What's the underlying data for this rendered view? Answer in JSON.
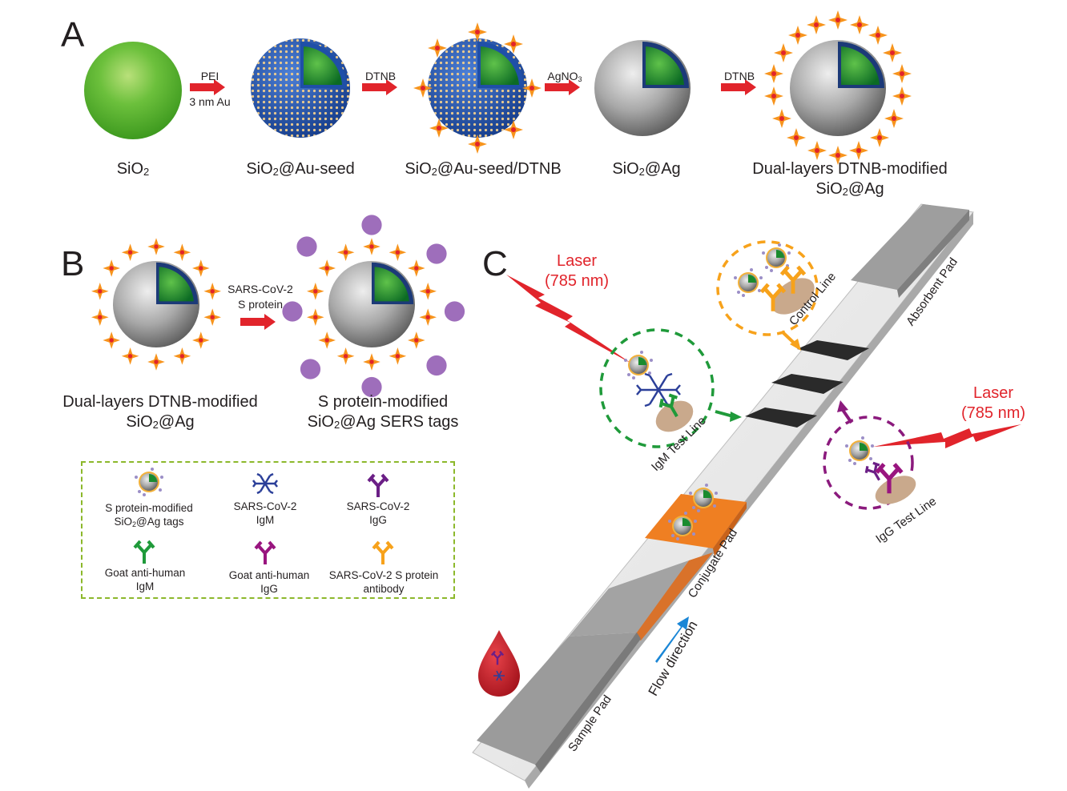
{
  "panels": {
    "a": {
      "letter": "A",
      "stages": [
        {
          "label": "SiO",
          "sub": "2",
          "suffix": ""
        },
        {
          "label": "SiO",
          "sub": "2",
          "suffix": "@Au-seed"
        },
        {
          "label": "SiO",
          "sub": "2",
          "suffix": "@Au-seed/DTNB"
        },
        {
          "label": "SiO",
          "sub": "2",
          "suffix": "@Ag"
        },
        {
          "label_line1": "Dual-layers DTNB-modified",
          "label_line2_main": "SiO",
          "label_line2_sub": "2",
          "label_line2_suffix": "@Ag"
        }
      ],
      "arrows": [
        {
          "top": "PEI",
          "bottom": "3 nm Au"
        },
        {
          "top": "DTNB",
          "bottom": ""
        },
        {
          "top": "AgNO",
          "top_sub": "3",
          "bottom": ""
        },
        {
          "top": "DTNB",
          "bottom": ""
        }
      ]
    },
    "b": {
      "letter": "B",
      "arrow_line1": "SARS-CoV-2",
      "arrow_line2": "S protein",
      "left_label_line1": "Dual-layers DTNB-modified",
      "left_label_line2_main": "SiO",
      "left_label_line2_sub": "2",
      "left_label_line2_suffix": "@Ag",
      "right_label_line1": "S protein-modified",
      "right_label_line2_main": "SiO",
      "right_label_line2_sub": "2",
      "right_label_line2_suffix": "@Ag SERS tags"
    },
    "legend": {
      "items": [
        {
          "line1": "S protein-modified",
          "line2_main": "SiO",
          "line2_sub": "2",
          "line2_suffix": "@Ag tags",
          "icon": "sers-tag-icon"
        },
        {
          "line1": "SARS-CoV-2",
          "line2": "IgM",
          "icon": "igm-icon",
          "color": "#2b3f99"
        },
        {
          "line1": "SARS-CoV-2",
          "line2": "IgG",
          "icon": "igg-icon",
          "color": "#6b1f86"
        },
        {
          "line1": "Goat anti-human",
          "line2": "IgM",
          "icon": "goat-anti-igm-icon",
          "color": "#1f9a3a"
        },
        {
          "line1": "Goat anti-human",
          "line2": "IgG",
          "icon": "goat-anti-igg-icon",
          "color": "#99157f"
        },
        {
          "line1": "SARS-CoV-2 S protein",
          "line2": "antibody",
          "icon": "s-protein-antibody-icon",
          "color": "#f7a21b"
        }
      ],
      "border_color": "#8cb82b"
    },
    "c": {
      "letter": "C",
      "laser_left_line1": "Laser",
      "laser_left_line2": "(785 nm)",
      "laser_right_line1": "Laser",
      "laser_right_line2": "(785 nm)",
      "labels": {
        "control_line": "Control Line",
        "absorbent_pad": "Absorbent Pad",
        "igm_test_line": "IgM Test Line",
        "igg_test_line": "IgG Test Line",
        "conjugate_pad": "Conjugate Pad",
        "flow_direction": "Flow direction",
        "sample_pad": "Sample Pad"
      },
      "colors": {
        "laser": "#e1242b",
        "igm_circle": "#1f9a3a",
        "igg_circle": "#8b1a7d",
        "control_circle": "#f7a21b",
        "flow_arrow": "#1a86d6",
        "conjugate_pad": "#ef7f22",
        "test_band": "#2a2a2a"
      }
    }
  }
}
